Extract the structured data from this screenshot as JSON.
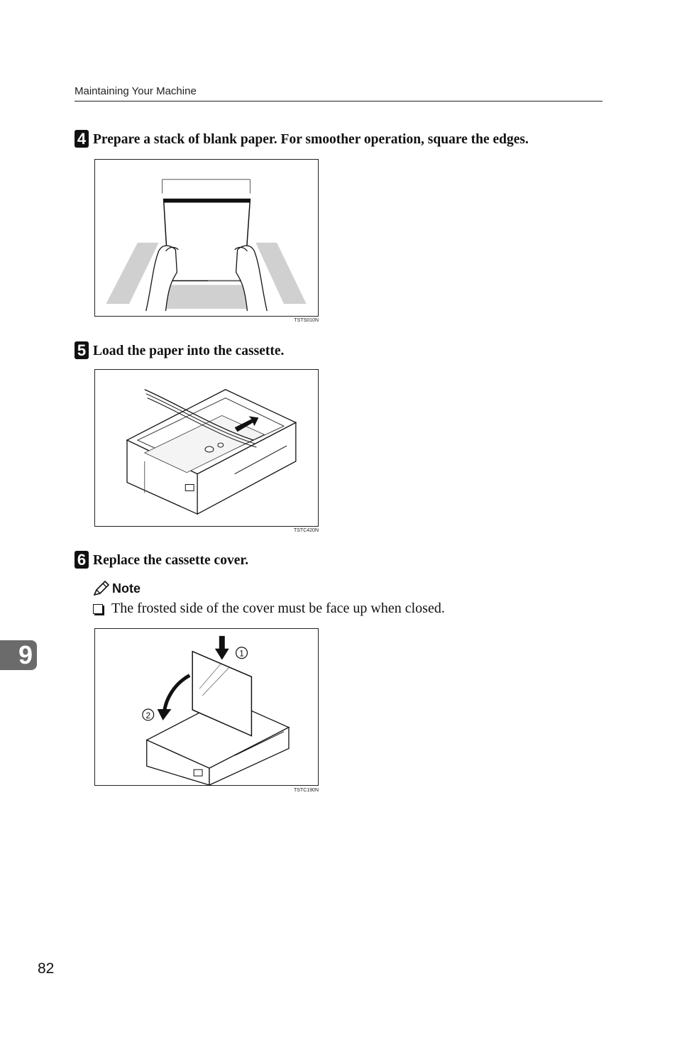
{
  "header": {
    "title": "Maintaining Your Machine"
  },
  "steps": [
    {
      "number": "4",
      "text": "Prepare a stack of blank paper. For smoother operation, square the edges.",
      "figure_code": "TSTS010N"
    },
    {
      "number": "5",
      "text": "Load the paper into the cassette.",
      "figure_code": "TSTC420N"
    },
    {
      "number": "6",
      "text": "Replace the cassette cover.",
      "figure_code": "TSTC190N"
    }
  ],
  "note": {
    "label": "Note",
    "items": [
      "The frosted side of the cover must be face up when closed."
    ]
  },
  "figure3_callouts": [
    "1",
    "2"
  ],
  "chapter_tab": "9",
  "page_number": "82",
  "colors": {
    "tab": "#6b6b6b",
    "shading": "#d0d0d0"
  }
}
